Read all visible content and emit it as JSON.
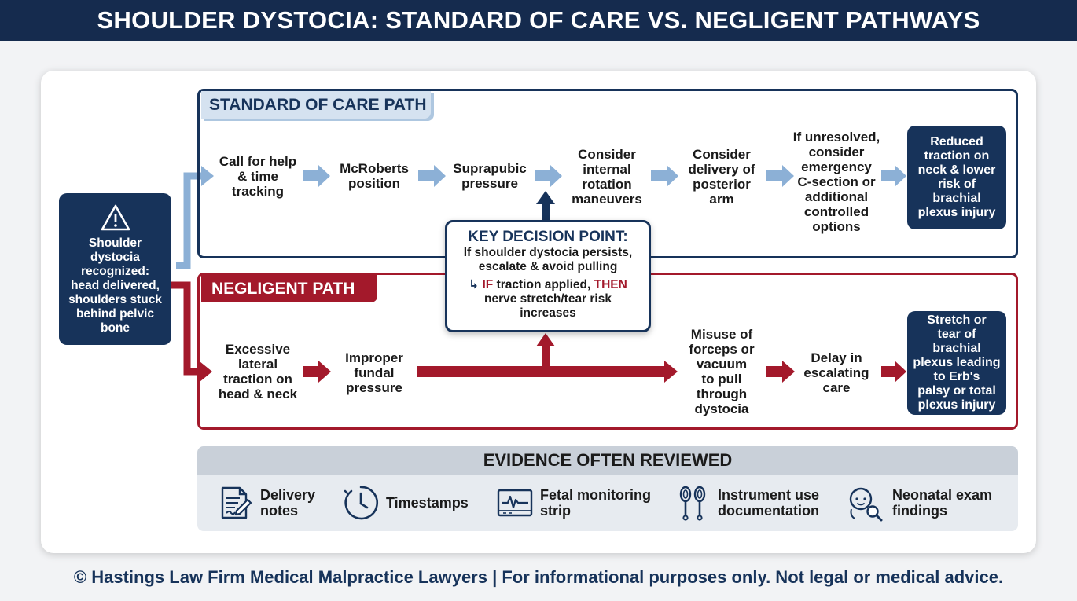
{
  "title": "SHOULDER DYSTOCIA: STANDARD OF CARE VS. NEGLIGENT PATHWAYS",
  "start": {
    "icon": "warning-icon",
    "lines": [
      "Shoulder",
      "dystocia",
      "recognized:",
      "head delivered,",
      "shoulders stuck",
      "behind pelvic",
      "bone"
    ]
  },
  "standard_path": {
    "label": "STANDARD OF CARE PATH",
    "color": "#17335a",
    "steps": [
      [
        "Call for help",
        "& time",
        "tracking"
      ],
      [
        "McRoberts",
        "position"
      ],
      [
        "Suprapubic",
        "pressure"
      ],
      [
        "Consider",
        "internal",
        "rotation",
        "maneuvers"
      ],
      [
        "Consider",
        "delivery of",
        "posterior",
        "arm"
      ],
      [
        "If unresolved,",
        "consider",
        "emergency",
        "C-section or",
        "additional",
        "controlled",
        "options"
      ]
    ],
    "outcome": [
      "Reduced",
      "traction on",
      "neck & lower",
      "risk of",
      "brachial",
      "plexus injury"
    ]
  },
  "negligent_path": {
    "label": "NEGLIGENT PATH",
    "color": "#a3192b",
    "steps": [
      [
        "Excessive",
        "lateral",
        "traction on",
        "head & neck"
      ],
      [
        "Improper",
        "fundal",
        "pressure"
      ],
      [
        "Misuse of",
        "forceps or",
        "vacuum",
        "to pull",
        "through",
        "dystocia"
      ],
      [
        "Delay in",
        "escalating",
        "care"
      ]
    ],
    "outcome": [
      "Stretch or",
      "tear of brachial",
      "plexus leading",
      "to Erb's",
      "palsy or total",
      "plexus injury"
    ]
  },
  "decision": {
    "title": "KEY DECISION POINT:",
    "body": [
      "If shoulder dystocia persists,",
      "escalate & avoid pulling"
    ],
    "if_marker": "↳",
    "if_word": "IF",
    "if_text": "traction applied,",
    "then_word": "THEN",
    "then_text": "nerve stretch/tear risk",
    "then_text2": "increases"
  },
  "evidence": {
    "header": "EVIDENCE OFTEN REVIEWED",
    "items": [
      {
        "icon": "document-pen-icon",
        "lines": [
          "Delivery",
          "notes"
        ]
      },
      {
        "icon": "clock-icon",
        "lines": [
          "Timestamps"
        ]
      },
      {
        "icon": "fetal-monitor-icon",
        "lines": [
          "Fetal monitoring",
          "strip"
        ]
      },
      {
        "icon": "instruments-icon",
        "lines": [
          "Instrument use",
          "documentation"
        ]
      },
      {
        "icon": "baby-magnifier-icon",
        "lines": [
          "Neonatal exam",
          "findings"
        ]
      }
    ]
  },
  "footer": "© Hastings Law Firm Medical Malpractice Lawyers | For informational purposes only. Not legal or medical advice."
}
